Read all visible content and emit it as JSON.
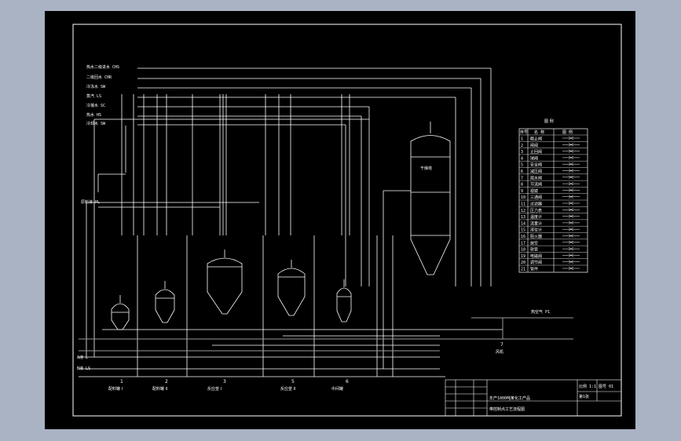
{
  "colors": {
    "background": "#a9b3c4",
    "canvas": "#000000",
    "line": "#ffffff",
    "grey_pipe": "#9a9a9a"
  },
  "utility_lines": [
    {
      "label": "热水二级进水 CHS"
    },
    {
      "label": "二级回水 CHR"
    },
    {
      "label": "冷冻水 SW"
    },
    {
      "label": "蒸汽 LS"
    },
    {
      "label": "冷凝水 SC"
    },
    {
      "label": "热水 HS"
    },
    {
      "label": "冷却水 SW"
    }
  ],
  "inlet_labels": {
    "top_left": "原料液 PL",
    "bottom_a": "A液 L",
    "bottom_b": "B液 LS"
  },
  "tank_labels": {
    "big_tower": "干燥塔",
    "right_inlet": "热空气 P1"
  },
  "equipment": [
    {
      "num": "1",
      "name": "配料罐 I"
    },
    {
      "num": "2",
      "name": "配料罐 II"
    },
    {
      "num": "3",
      "name": "反应釜 I"
    },
    {
      "num": "5",
      "name": "反应釜 II"
    },
    {
      "num": "6",
      "name": "中间罐"
    }
  ],
  "item7": {
    "num": "7",
    "name": "风机"
  },
  "legend": {
    "title": "图 例",
    "headers": [
      "序号",
      "名 称",
      "图 例"
    ],
    "rows": [
      {
        "n": "1",
        "name": "截止阀"
      },
      {
        "n": "2",
        "name": "闸阀"
      },
      {
        "n": "3",
        "name": "止回阀"
      },
      {
        "n": "4",
        "name": "球阀"
      },
      {
        "n": "5",
        "name": "安全阀"
      },
      {
        "n": "6",
        "name": "减压阀"
      },
      {
        "n": "7",
        "name": "疏水阀"
      },
      {
        "n": "8",
        "name": "节流阀"
      },
      {
        "n": "9",
        "name": "视镜"
      },
      {
        "n": "10",
        "name": "三通阀"
      },
      {
        "n": "11",
        "name": "过滤器"
      },
      {
        "n": "12",
        "name": "压力表"
      },
      {
        "n": "13",
        "name": "温度计"
      },
      {
        "n": "14",
        "name": "流量计"
      },
      {
        "n": "15",
        "name": "液位计"
      },
      {
        "n": "16",
        "name": "阻火器"
      },
      {
        "n": "17",
        "name": "放空"
      },
      {
        "n": "18",
        "name": "软管"
      },
      {
        "n": "19",
        "name": "电磁阀"
      },
      {
        "n": "20",
        "name": "调节阀"
      },
      {
        "n": "21",
        "name": "管件"
      }
    ]
  },
  "title_block": {
    "line1": "年产1000吨某化工产品",
    "line2": "带控制点工艺流程图",
    "scale": "比例 1:1",
    "drawing_no": "图号 01",
    "sheet": "第1张"
  }
}
